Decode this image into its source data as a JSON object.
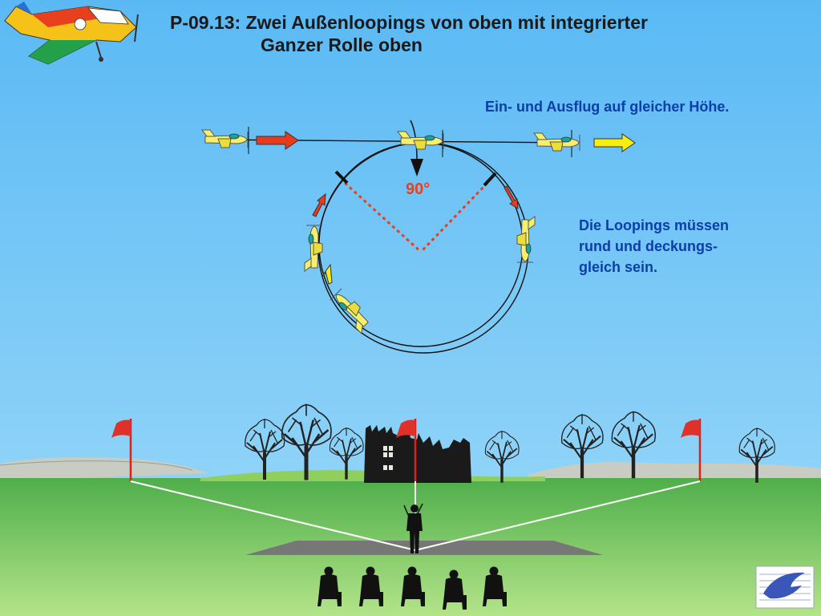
{
  "title": {
    "line1": "P-09.13: Zwei Außenloopings von oben mit integrierter",
    "line2": "Ganzer Rolle oben"
  },
  "notes": {
    "entry_exit": "Ein- und Ausflug auf gleicher Höhe.",
    "loop_line1": "Die Loopings müssen",
    "loop_line2": "rund und deckungs-",
    "loop_line3": "gleich sein."
  },
  "angle_label": "90°",
  "colors": {
    "sky": "#5fbef5",
    "grass_far": "#5cb85c",
    "grass_near": "#a6dc78",
    "hills": "#c9ccc2",
    "flag": "#e0302a",
    "arrow_red": "#e83a1c",
    "arrow_yellow": "#f5ee10",
    "plane_yellow": "#f6ef6a",
    "note_blue": "#0b3ea8",
    "angle_red": "#e8401c"
  },
  "icons": [
    "aerobatic-plane-logo",
    "red-flag",
    "bare-tree",
    "castle-ruin",
    "pilot-silhouette",
    "spectator-silhouette",
    "association-logo"
  ]
}
